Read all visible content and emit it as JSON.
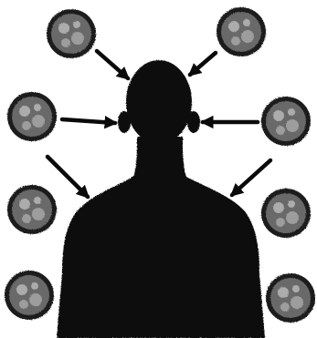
{
  "diagram": {
    "ink_color": "#0a0a0a",
    "background_color": "#ffffff",
    "figure": {
      "icon": "human-head-and-shoulders-silhouette"
    },
    "particles": [
      {
        "id": "particle-top-left",
        "icon": "crumpled-paper-ball"
      },
      {
        "id": "particle-top-right",
        "icon": "crumpled-paper-ball"
      },
      {
        "id": "particle-mid-left",
        "icon": "crumpled-paper-ball"
      },
      {
        "id": "particle-mid-right",
        "icon": "crumpled-paper-ball"
      },
      {
        "id": "particle-lower-left",
        "icon": "crumpled-paper-ball"
      },
      {
        "id": "particle-lower-right",
        "icon": "crumpled-paper-ball"
      },
      {
        "id": "particle-bottom-left",
        "icon": "crumpled-paper-ball"
      },
      {
        "id": "particle-bottom-right",
        "icon": "crumpled-paper-ball"
      }
    ],
    "arrows": [
      {
        "id": "arrow-top-left",
        "icon": "arrow-icon"
      },
      {
        "id": "arrow-top-right",
        "icon": "arrow-icon"
      },
      {
        "id": "arrow-mid-left",
        "icon": "arrow-icon"
      },
      {
        "id": "arrow-mid-right",
        "icon": "arrow-icon"
      },
      {
        "id": "arrow-lower-left",
        "icon": "arrow-icon"
      },
      {
        "id": "arrow-lower-right",
        "icon": "arrow-icon"
      }
    ]
  }
}
